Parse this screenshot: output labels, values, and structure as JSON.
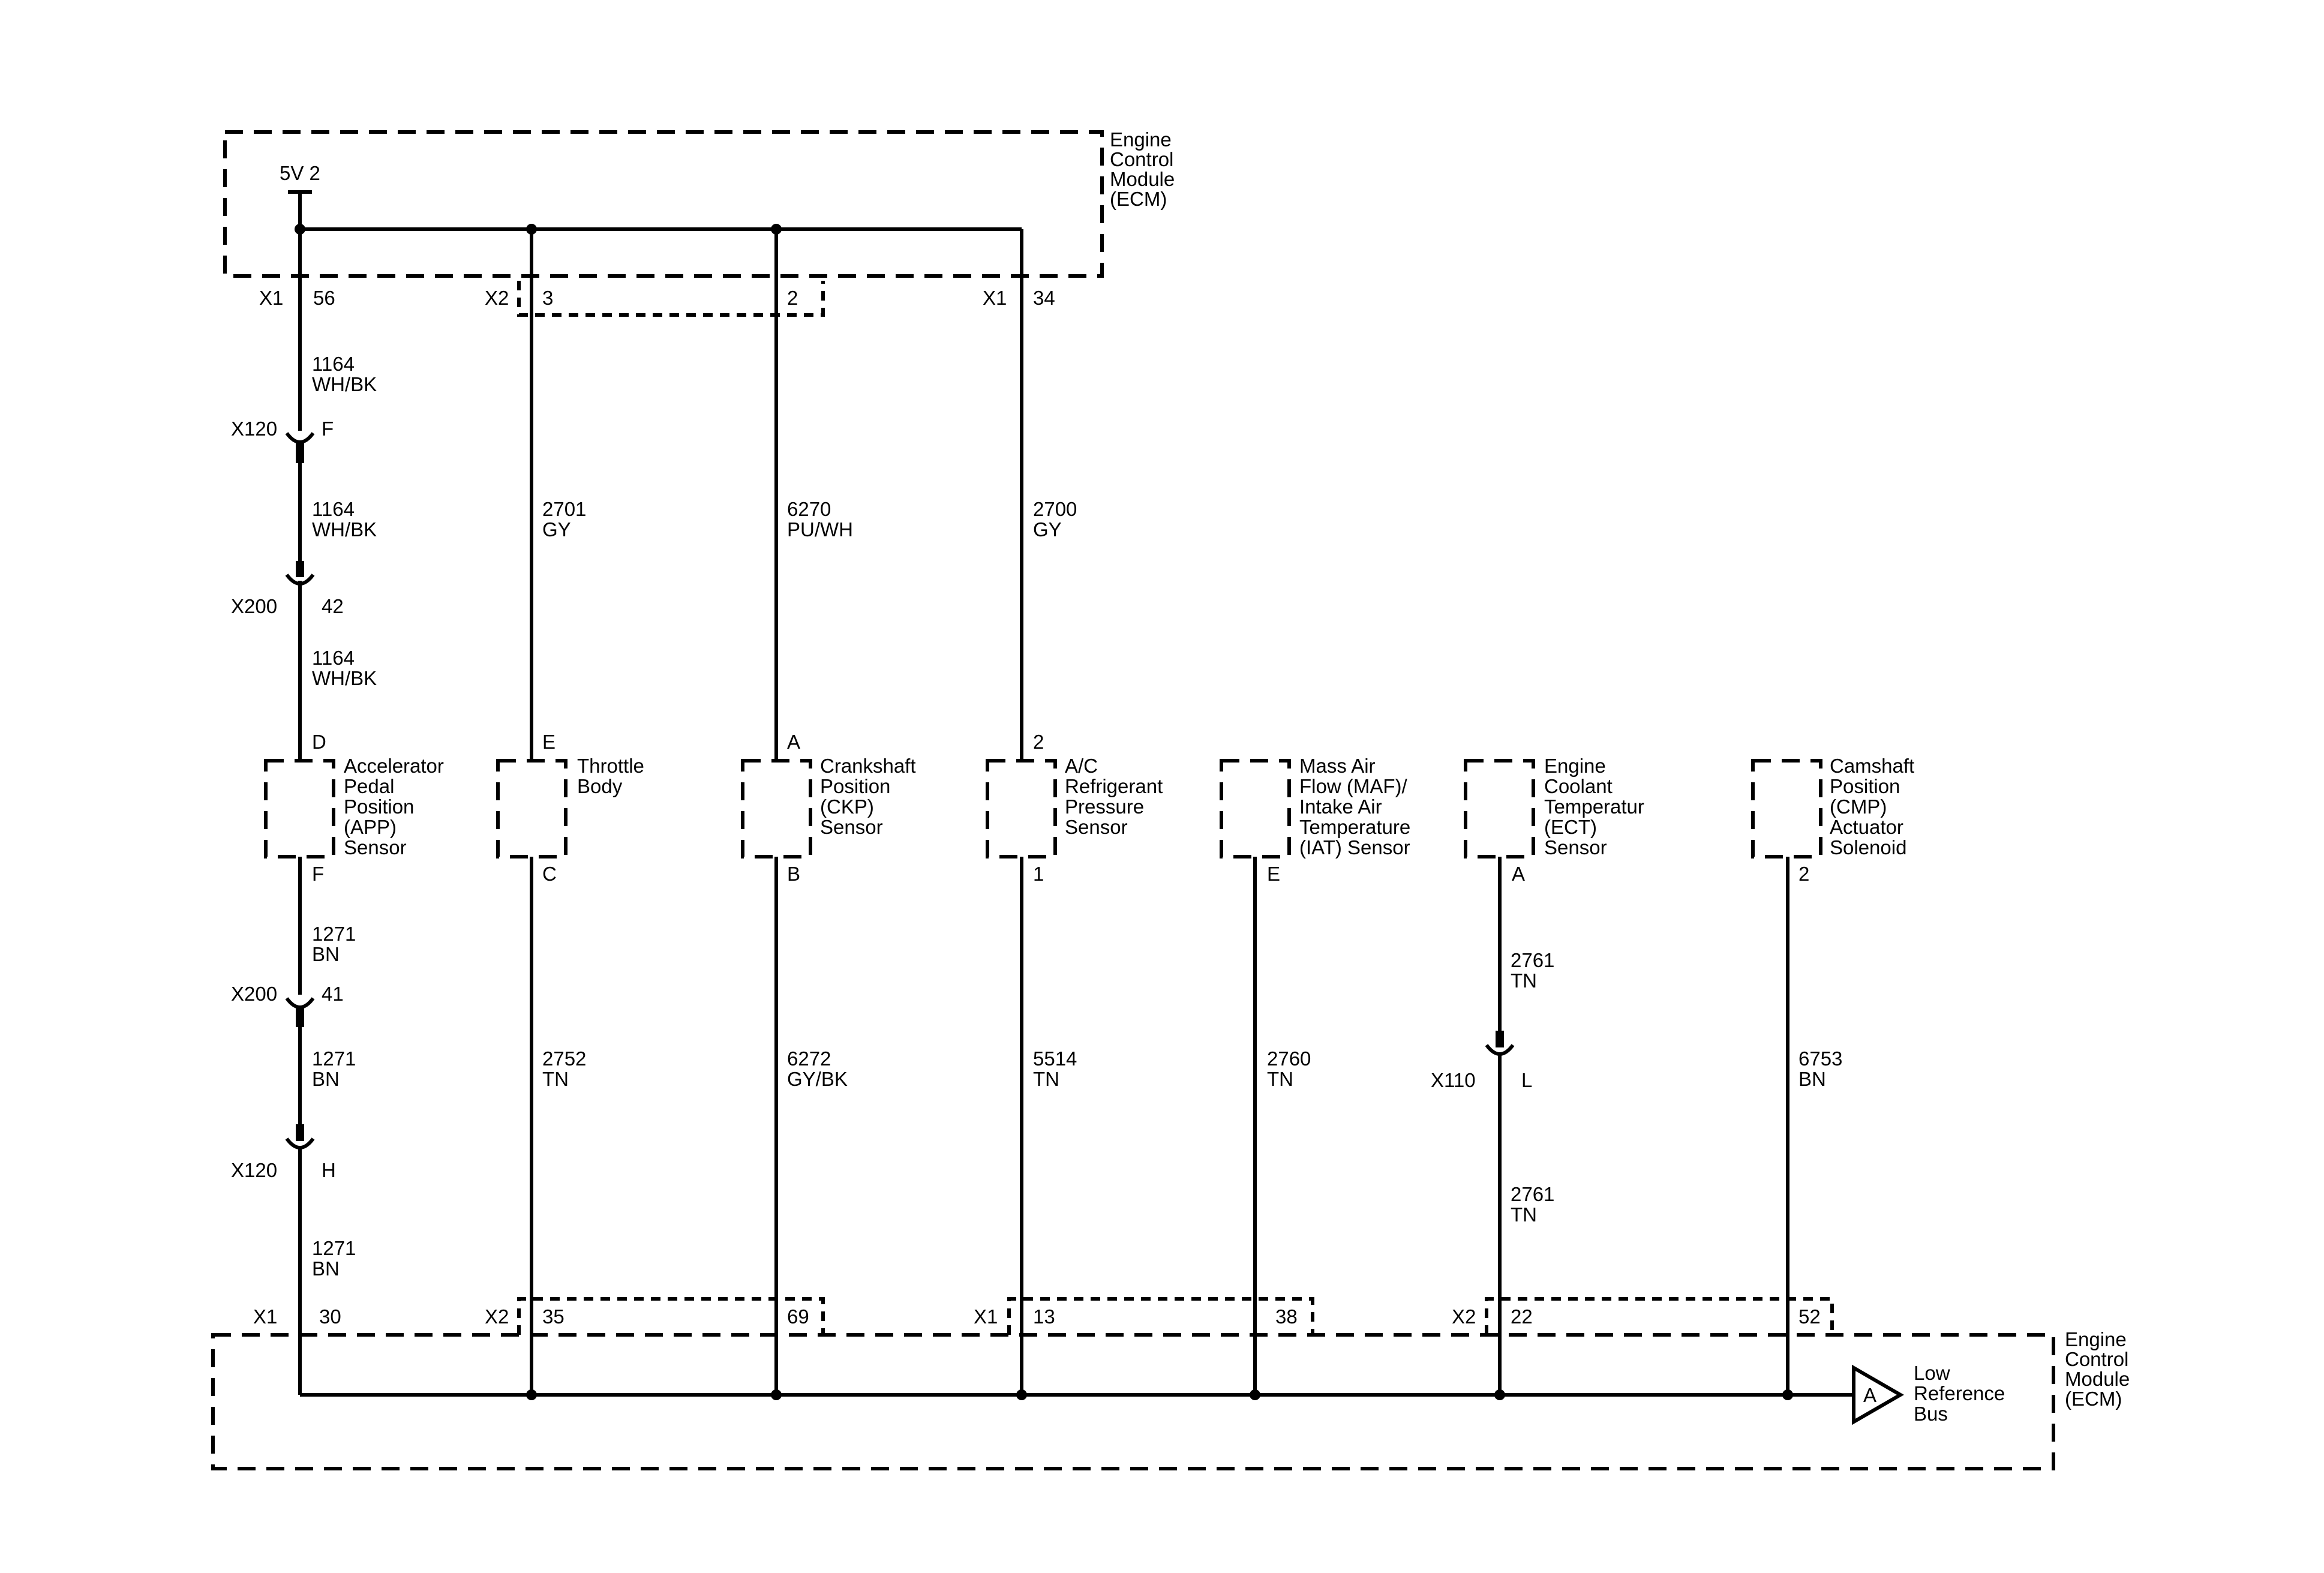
{
  "ecm_top": {
    "name_lines": [
      "Engine",
      "Control",
      "Module",
      "(ECM)"
    ],
    "supply_label": "5V 2"
  },
  "ecm_bottom": {
    "name_lines": [
      "Engine",
      "Control",
      "Module",
      "(ECM)"
    ],
    "bus_symbol": "A",
    "bus_label_lines": [
      "Low",
      "Reference",
      "Bus"
    ]
  },
  "top_pins": [
    {
      "connector": "X1",
      "pin": "56"
    },
    {
      "connector": "X2",
      "pin": "3"
    },
    {
      "connector": "",
      "pin": "2"
    },
    {
      "connector": "X1",
      "pin": "34"
    }
  ],
  "bottom_pins": [
    {
      "connector": "X1",
      "pin": "30"
    },
    {
      "connector": "X2",
      "pin": "35"
    },
    {
      "connector": "",
      "pin": "69"
    },
    {
      "connector": "X1",
      "pin": "13"
    },
    {
      "connector": "",
      "pin": "38"
    },
    {
      "connector": "X2",
      "pin": "22"
    },
    {
      "connector": "",
      "pin": "52"
    }
  ],
  "upper_wires": [
    {
      "circuit": "1164",
      "color": "WH/BK"
    },
    {
      "circuit": "1164",
      "color": "WH/BK"
    },
    {
      "circuit": "1164",
      "color": "WH/BK"
    },
    {
      "circuit": "2701",
      "color": "GY"
    },
    {
      "circuit": "6270",
      "color": "PU/WH"
    },
    {
      "circuit": "2700",
      "color": "GY"
    }
  ],
  "lower_wires": [
    {
      "circuit": "1271",
      "color": "BN"
    },
    {
      "circuit": "1271",
      "color": "BN"
    },
    {
      "circuit": "1271",
      "color": "BN"
    },
    {
      "circuit": "2752",
      "color": "TN"
    },
    {
      "circuit": "6272",
      "color": "GY/BK"
    },
    {
      "circuit": "5514",
      "color": "TN"
    },
    {
      "circuit": "2760",
      "color": "TN"
    },
    {
      "circuit": "2761",
      "color": "TN"
    },
    {
      "circuit": "2761",
      "color": "TN"
    },
    {
      "circuit": "6753",
      "color": "BN"
    }
  ],
  "inline_connectors": [
    {
      "name": "X120",
      "pin": "F"
    },
    {
      "name": "X200",
      "pin": "42"
    },
    {
      "name": "X200",
      "pin": "41"
    },
    {
      "name": "X120",
      "pin": "H"
    },
    {
      "name": "X110",
      "pin": "L"
    }
  ],
  "components": [
    {
      "name_lines": [
        "Accelerator",
        "Pedal",
        "Position",
        "(APP)",
        "Sensor"
      ],
      "pin_top": "D",
      "pin_bottom": "F"
    },
    {
      "name_lines": [
        "Throttle",
        "Body"
      ],
      "pin_top": "E",
      "pin_bottom": "C"
    },
    {
      "name_lines": [
        "Crankshaft",
        "Position",
        "(CKP)",
        "Sensor"
      ],
      "pin_top": "A",
      "pin_bottom": "B"
    },
    {
      "name_lines": [
        "A/C",
        "Refrigerant",
        "Pressure",
        "Sensor"
      ],
      "pin_top": "2",
      "pin_bottom": "1"
    },
    {
      "name_lines": [
        "Mass Air",
        "Flow (MAF)/",
        "Intake Air",
        "Temperature",
        "(IAT) Sensor"
      ],
      "pin_top": "",
      "pin_bottom": "E"
    },
    {
      "name_lines": [
        "Engine",
        "Coolant",
        "Temperatur",
        "(ECT)",
        "Sensor"
      ],
      "pin_top": "",
      "pin_bottom": "A"
    },
    {
      "name_lines": [
        "Camshaft",
        "Position",
        "(CMP)",
        "Actuator",
        "Solenoid"
      ],
      "pin_top": "",
      "pin_bottom": "2"
    }
  ]
}
